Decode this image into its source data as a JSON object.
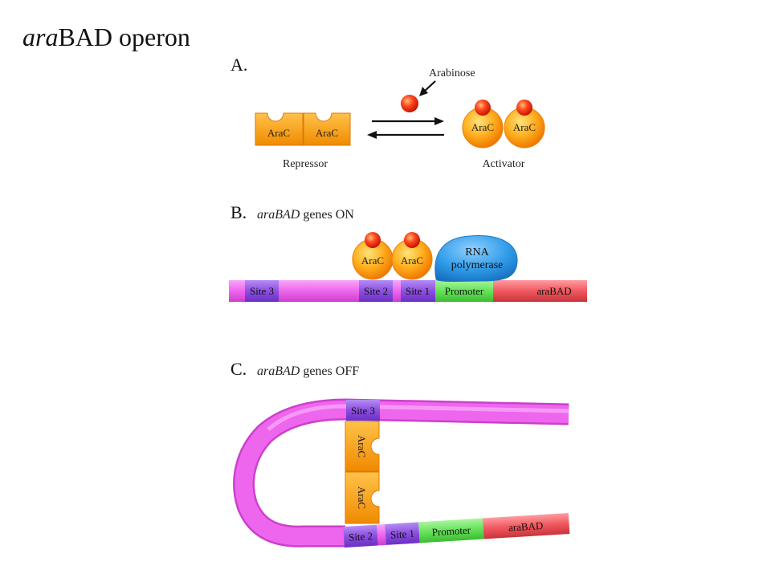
{
  "title": {
    "italic": "ara",
    "rest": "BAD operon"
  },
  "panel_a": {
    "label": "A.",
    "arabinose": "Arabinose",
    "repressor": "Repressor",
    "activator": "Activator",
    "arac": "AraC"
  },
  "panel_b": {
    "label": "B.",
    "heading_italic": "araBAD",
    "heading_rest": " genes ON",
    "rna_line1": "RNA",
    "rna_line2": "polymerase",
    "site3": "Site 3",
    "site2": "Site 2",
    "site1": "Site 1",
    "promoter": "Promoter",
    "arabad": "araBAD",
    "arac": "AraC"
  },
  "panel_c": {
    "label": "C.",
    "heading_italic": "araBAD",
    "heading_rest": " genes OFF",
    "site3": "Site 3",
    "site2": "Site 2",
    "site1": "Site 1",
    "promoter": "Promoter",
    "arabad": "araBAD",
    "arac": "AraC"
  },
  "colors": {
    "dna": "#ee66ee",
    "site": "#8c4fe0",
    "promoter": "#66e25a",
    "gene": "#f0585e",
    "arac": "#ff9a12",
    "arabinose": "#f03a1e",
    "rnap": "#2f9be8"
  }
}
